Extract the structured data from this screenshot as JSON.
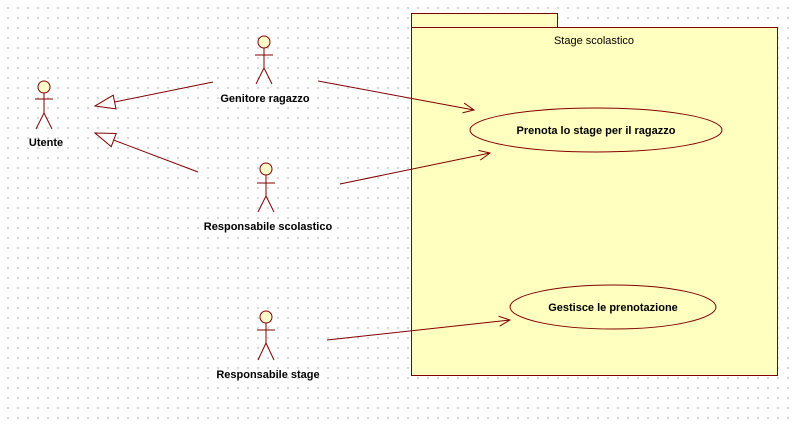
{
  "colors": {
    "line": "#800000",
    "fill": "#ffffc0",
    "actor_head_fill": "#ffffcc",
    "background": "#ffffff"
  },
  "package": {
    "name": "Stage scolastico"
  },
  "actors": {
    "utente": "Utente",
    "genitore": "Genitore ragazzo",
    "responsabile_scolastico": "Responsabile scolastico",
    "responsabile_stage": "Responsabile stage"
  },
  "use_cases": {
    "prenota": "Prenota lo stage per il ragazzo",
    "gestisce": "Gestisce le prenotazione"
  }
}
